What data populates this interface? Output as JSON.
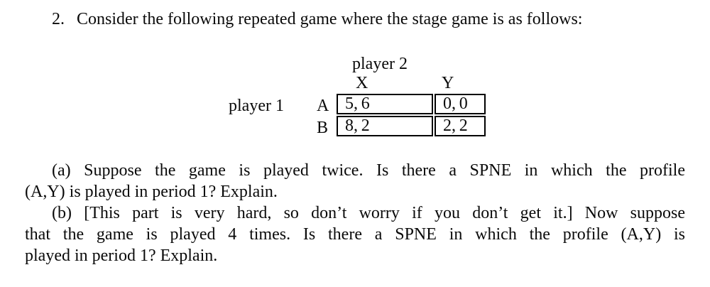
{
  "page": {
    "background": "#ffffff",
    "text_color": "#0a0a0a",
    "border_color": "#000000"
  },
  "problem": {
    "number": "2.",
    "statement": "Consider the following repeated game where the stage game is as follows:"
  },
  "game": {
    "column_player": "player 2",
    "row_player": "player 1",
    "column_labels": [
      "X",
      "Y"
    ],
    "row_labels": [
      "A",
      "B"
    ],
    "payoffs": [
      [
        "5, 6",
        "0, 0"
      ],
      [
        "8, 2",
        "2, 2"
      ]
    ]
  },
  "parts": {
    "a": {
      "lines": [
        "(a) Suppose the game is played twice. Is there a SPNE in which the profile",
        "(A,Y) is played in period 1? Explain."
      ]
    },
    "b": {
      "lines": [
        "(b) [This part is very hard, so don’t worry if you don’t get it.] Now suppose",
        "that the game is played 4 times. Is there a SPNE in which the profile (A,Y) is",
        "played in period 1? Explain."
      ]
    }
  }
}
